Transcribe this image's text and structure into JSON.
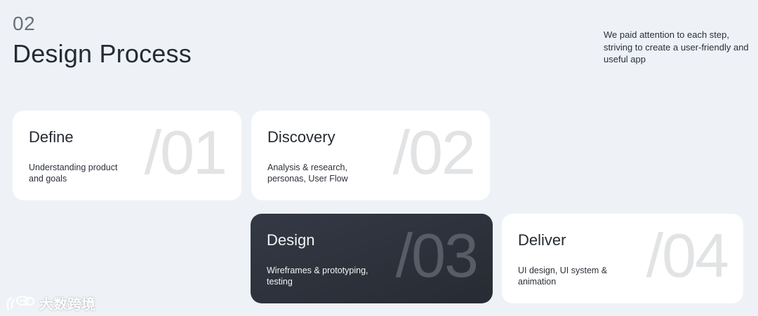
{
  "header": {
    "section_number": "02",
    "title": "Design Process",
    "intro": "We paid attention to each step, striving to create a user-friendly and useful app"
  },
  "steps": [
    {
      "title": "Define",
      "description": "Understanding product and goals",
      "number": "/01",
      "style": "light"
    },
    {
      "title": "Discovery",
      "description": "Analysis & research, personas, User Flow",
      "number": "/02",
      "style": "light"
    },
    {
      "title": "Design",
      "description": "Wireframes & prototyping, testing",
      "number": "/03",
      "style": "dark"
    },
    {
      "title": "Deliver",
      "description": "UI design, UI system & animation",
      "number": "/04",
      "style": "light"
    }
  ],
  "watermark": {
    "text": "大数跨境",
    "icon": "chat-bubble-logo-icon"
  },
  "colors": {
    "background": "#eef2f7",
    "card": "#ffffff",
    "card_dark": "#2c3039",
    "title_text": "#262b33",
    "number_light": "#e2e3e4",
    "number_dark": "#575c66"
  }
}
